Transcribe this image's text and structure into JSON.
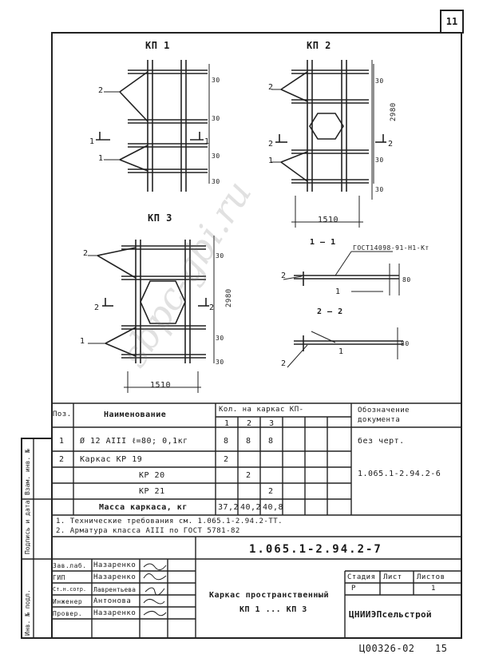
{
  "page_number": "11",
  "drawings": {
    "kp1_title": "КП 1",
    "kp2_title": "КП 2",
    "kp3_title": "КП 3",
    "callout_1": "1",
    "callout_2": "2",
    "section_mark_1": "1",
    "section_mark_2": "2",
    "dim_30": "30",
    "dim_2980": "2980",
    "dim_1510": "1510",
    "dim_80": "80",
    "section_1_title": "1 – 1",
    "section_2_title": "2 – 2",
    "gost_ref": "ГОСТ14098-91-Н1-Кт"
  },
  "spec_table": {
    "col_pos": "Поз.",
    "col_name": "Наименование",
    "col_qty": "Кол. на каркас КП-",
    "col_doc": "Обозначение документа",
    "qty_cols": [
      "1",
      "2",
      "3"
    ],
    "rows": [
      {
        "pos": "1",
        "name": "Ø 12 АIII   ℓ=80;  0,1кг",
        "q1": "8",
        "q2": "8",
        "q3": "8",
        "doc": "без черт."
      },
      {
        "pos": "2",
        "name": "Каркас    КР 19",
        "q1": "2",
        "q2": "",
        "q3": "",
        "doc": "1.065.1-2.94.2-6"
      },
      {
        "pos": "",
        "name": "КР 20",
        "q1": "",
        "q2": "2",
        "q3": "",
        "doc": ""
      },
      {
        "pos": "",
        "name": "КР 21",
        "q1": "",
        "q2": "",
        "q3": "2",
        "doc": ""
      },
      {
        "pos": "",
        "name": "Масса каркаса, кг",
        "q1": "37,2",
        "q2": "40,2",
        "q3": "40,8",
        "doc": ""
      }
    ]
  },
  "notes": [
    "1. Технические требования см. 1.065.1-2.94.2-ТТ.",
    "2. Арматура класса АIII по ГОСТ 5781-82"
  ],
  "title_block": {
    "doc_number": "1.065.1-2.94.2-7",
    "title_line1": "Каркас пространственный",
    "title_line2": "КП 1 ... КП 3",
    "stage_label": "Стадия",
    "sheet_label": "Лист",
    "sheets_label": "Листов",
    "stage_value": "Р",
    "sheets_value": "1",
    "organization": "ЦНИИЭПсельстрой",
    "roles": [
      {
        "role": "Зав.лаб.",
        "name": "Назаренко"
      },
      {
        "role": "ГИП",
        "name": "Назаренко"
      },
      {
        "role": "Ст.н.сотр.",
        "name": "Лаврентьева"
      },
      {
        "role": "Инженер",
        "name": "Антонова"
      },
      {
        "role": "Провер.",
        "name": "Назаренко"
      }
    ]
  },
  "sidebar": {
    "label_1": "Взам. инв. №",
    "label_2": "Подпись и дата",
    "label_3": "Инв. № подл."
  },
  "footer": {
    "code": "Ц00326-02",
    "number": "15"
  },
  "watermark": "sbpc-gbi.ru"
}
